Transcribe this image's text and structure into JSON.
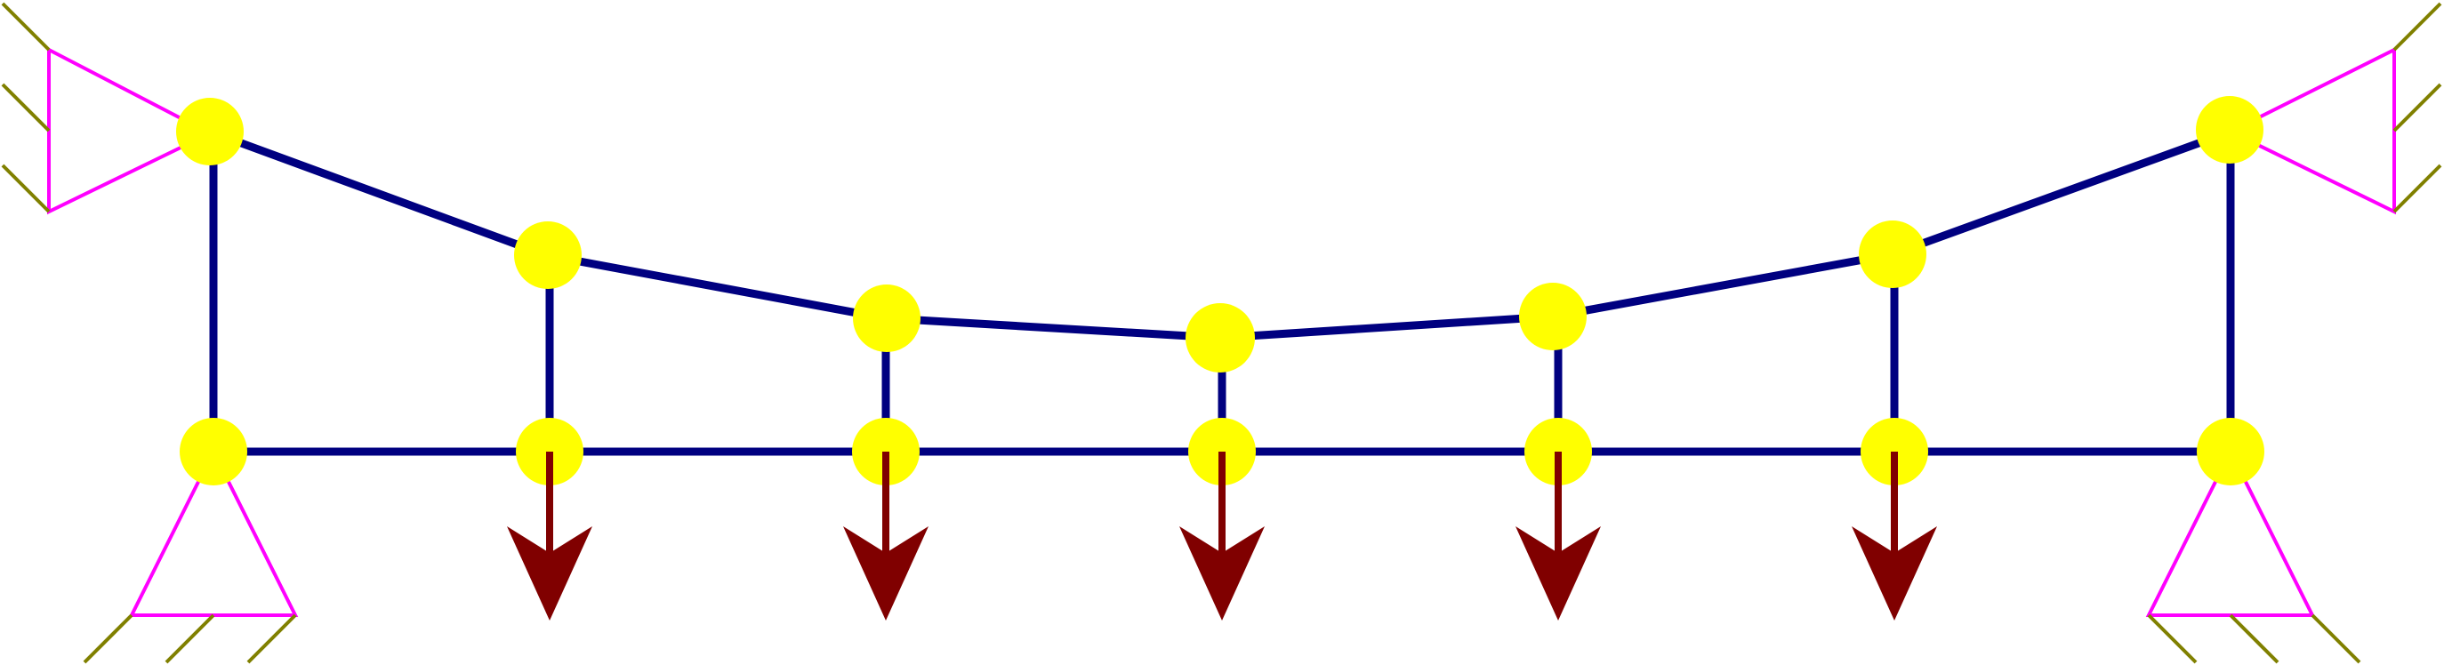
{
  "diagram": {
    "type": "truss structure with supports and point loads",
    "colors": {
      "background": "#ffffff",
      "member": "#000080",
      "node": "#ffff00",
      "support": "#ff00ff",
      "ground_hatch": "#808000",
      "load_arrow": "#800000"
    },
    "icons": {
      "support_top_left": "pin-support-icon",
      "support_top_right": "pin-support-icon",
      "support_bottom_left": "pin-support-icon",
      "support_bottom_right": "pin-support-icon",
      "load": "down-arrow-icon"
    },
    "counts": {
      "top_nodes": 7,
      "bottom_nodes": 7,
      "supports": 4,
      "loads": 5
    }
  }
}
